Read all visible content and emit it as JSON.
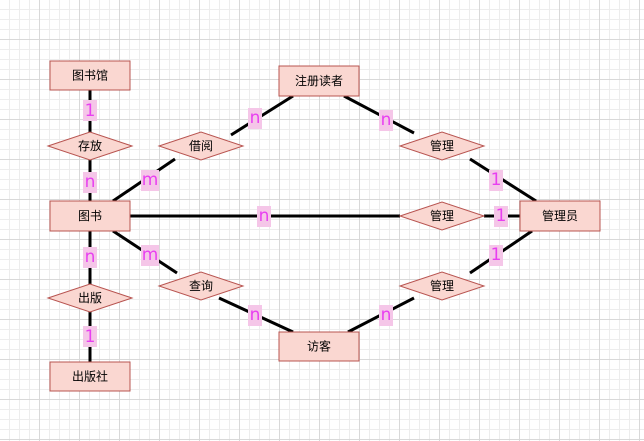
{
  "entities": {
    "library": "图书馆",
    "book": "图书",
    "publisher": "出版社",
    "registered_reader": "注册读者",
    "visitor": "访客",
    "admin": "管理员"
  },
  "relations": {
    "store": "存放",
    "publish": "出版",
    "borrow": "借阅",
    "query": "查询",
    "manage_reader": "管理",
    "manage_book": "管理",
    "manage_visitor": "管理"
  },
  "cardinalities": {
    "library_store": "1",
    "book_store": "n",
    "book_publish": "n",
    "publisher_publish": "1",
    "book_borrow": "m",
    "reader_borrow": "n",
    "book_query": "m",
    "visitor_query": "n",
    "reader_manage": "n",
    "admin_manage_reader": "1",
    "book_manage": "n",
    "admin_manage_book": "1",
    "visitor_manage": "n",
    "admin_manage_visitor": "1"
  }
}
